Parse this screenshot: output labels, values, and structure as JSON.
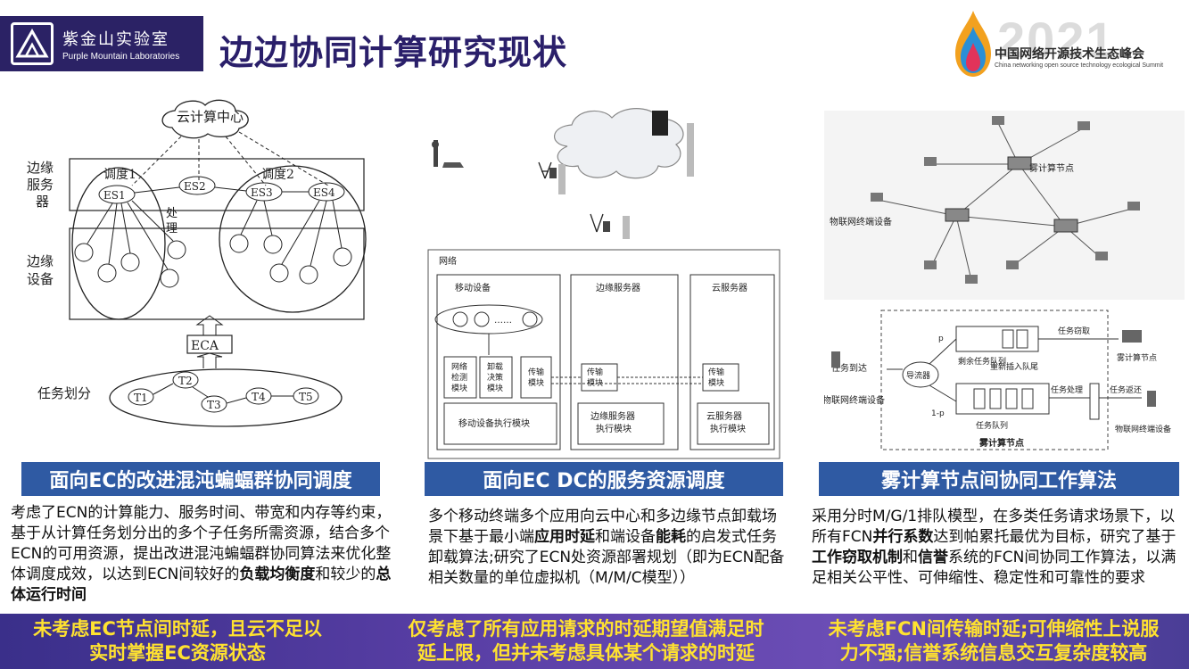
{
  "header": {
    "logo_cn": "紫金山实验室",
    "logo_en": "Purple Mountain Laboratories",
    "title": "边边协同计算研究现状",
    "summit_year": "2021",
    "summit_cn": "中国网络开源技术生态峰会",
    "summit_en": "China networking open source technology ecological Summit"
  },
  "figure1": {
    "cloud": "云计算中心",
    "edge_server": [
      "边缘",
      "服务",
      "器"
    ],
    "edge_device": [
      "边缘",
      "设备"
    ],
    "schedule1": "调度1",
    "schedule2": "调度2",
    "process": [
      "处",
      "理"
    ],
    "servers": [
      "ES1",
      "ES2",
      "ES3",
      "ES4"
    ],
    "eca": "ECA",
    "task_split": "任务划分",
    "tasks": [
      "T1",
      "T2",
      "T3",
      "T4",
      "T5"
    ]
  },
  "figure2": {
    "network": "网络",
    "mobile": "移动设备",
    "edge": "边缘服务器",
    "cloud": "云服务器",
    "net_detect": [
      "网络",
      "检测",
      "模块"
    ],
    "offload": [
      "卸载",
      "决策",
      "模块"
    ],
    "transfer": [
      "传输",
      "模块"
    ],
    "mobile_exec": "移动设备执行模块",
    "edge_exec": [
      "边缘服务器",
      "执行模块"
    ],
    "cloud_exec": [
      "云服务器",
      "执行模块"
    ]
  },
  "figure3": {
    "fog_node": "雾计算节点",
    "iot_device": "物联网终端设备",
    "task_steal": "任务窃取",
    "fog_node2": "雾计算节点",
    "task_arrive": "任务到达",
    "iot_device2": "物联网终端设备",
    "splitter": "导流器",
    "remain_queue": "剩余任务队列",
    "reinsert": "重新插入队尾",
    "task_process": "任务处理",
    "task_return": "任务返还",
    "task_queue": "任务队列",
    "iot_device3": "物联网终端设备",
    "p": "p",
    "one_minus_p": "1-p",
    "fog_node3": "雾计算节点"
  },
  "sections": [
    {
      "heading": "面向EC的改进混沌蝙蝠群协同调度",
      "text": [
        {
          "t": "考虑了ECN的计算能力、服务时间、带宽和内存等约束，基于从计算任务划分出的多个子任务所需资源，结合多个ECN的可用资源，提出改进混沌蝙蝠群协同算法来优化整体调度成效，以达到ECN间较好的",
          "b": false
        },
        {
          "t": "负载均衡度",
          "b": true
        },
        {
          "t": "和较少的",
          "b": false
        },
        {
          "t": "总体运行时间",
          "b": true
        }
      ]
    },
    {
      "heading": "面向EC DC的服务资源调度",
      "text": [
        {
          "t": "多个移动终端多个应用向云中心和多边缘节点卸载场景下基于最小端",
          "b": false
        },
        {
          "t": "应用时延",
          "b": true
        },
        {
          "t": "和端设备",
          "b": false
        },
        {
          "t": "能耗",
          "b": true
        },
        {
          "t": "的启发式任务卸载算法;研究了ECN处资源部署规划（即为ECN配备相关数量的单位虚拟机（M/M/C模型））",
          "b": false
        }
      ]
    },
    {
      "heading": "雾计算节点间协同工作算法",
      "text": [
        {
          "t": "采用分时M/G/1排队模型，在多类任务请求场景下，以所有FCN",
          "b": false
        },
        {
          "t": "并行系数",
          "b": true
        },
        {
          "t": "达到帕累托最优为目标，研究了基于",
          "b": false
        },
        {
          "t": "工作窃取机制",
          "b": true
        },
        {
          "t": "和",
          "b": false
        },
        {
          "t": "信誉",
          "b": true
        },
        {
          "t": "系统的FCN间协同工作算法，以满足相关公平性、可伸缩性、稳定性和可靠性的要求",
          "b": false
        }
      ]
    }
  ],
  "banner": [
    [
      "未考虑EC节点间时延，且云不足以",
      "实时掌握EC资源状态"
    ],
    [
      "仅考虑了所有应用请求的时延期望值满足时",
      "延上限，但并未考虑具体某个请求的时延"
    ],
    [
      "未考虑FCN间传输时延;可伸缩性上说服",
      "力不强;信誉系统信息交互复杂度较高"
    ]
  ]
}
